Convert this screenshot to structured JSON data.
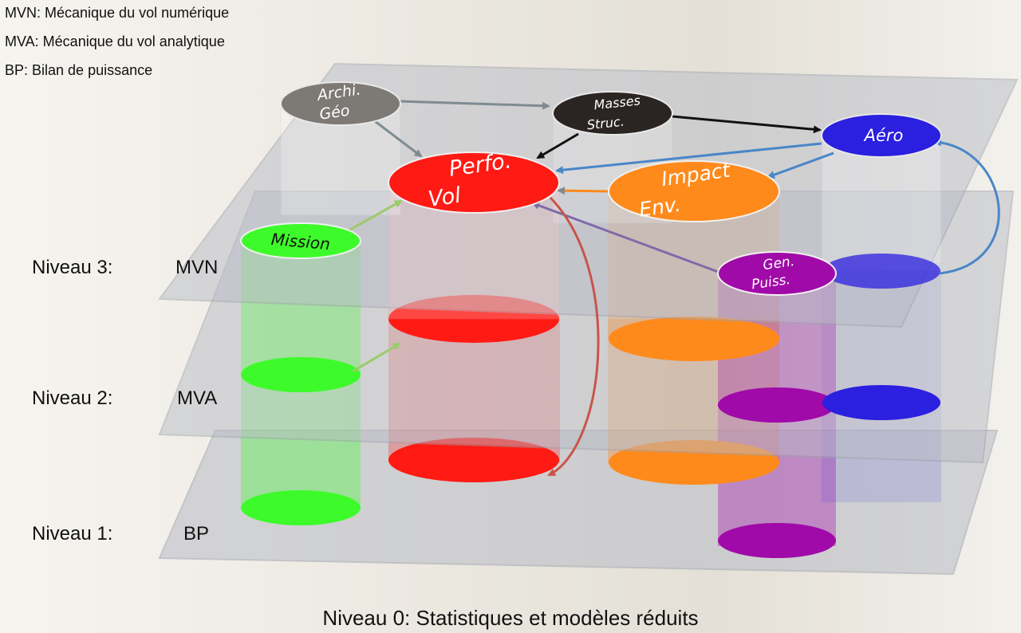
{
  "legend": [
    "MVN: Mécanique du vol numérique",
    "MVA: Mécanique du vol analytique",
    "BP: Bilan de puissance"
  ],
  "levels": [
    {
      "label": "Niveau 3:",
      "code": "MVN"
    },
    {
      "label": "Niveau 2:",
      "code": "MVA"
    },
    {
      "label": "Niveau 1:",
      "code": "BP"
    }
  ],
  "footer": "Niveau 0: Statistiques et modèles réduits",
  "nodes": {
    "archi": {
      "lines": [
        "Archi.",
        "Géo"
      ],
      "color": "#7d7975"
    },
    "masses": {
      "lines": [
        "Masses",
        "Struc."
      ],
      "color": "#2a2523"
    },
    "aero": {
      "lines": [
        "Aéro"
      ],
      "color": "#2b1fe0"
    },
    "perfo": {
      "lines": [
        "Perfo.",
        "Vol"
      ],
      "color": "#ff1a14"
    },
    "impact": {
      "lines": [
        "Impact",
        "Env."
      ],
      "color": "#ff8a1c"
    },
    "mission": {
      "lines": [
        "Mission"
      ],
      "color": "#3dfb2a"
    },
    "gen": {
      "lines": [
        "Gen.",
        "Puiss."
      ],
      "color": "#a00aa8"
    }
  },
  "colors": {
    "plate": "#b9bcc7",
    "green": "#3dfb2a",
    "red": "#ff1a14",
    "orange": "#ff8a1c",
    "purple": "#a00aa8",
    "blue": "#2b1fe0",
    "arrow_gray": "#7f8b91",
    "arrow_black": "#111111",
    "arrow_blue": "#4a86c8",
    "arrow_green": "#9acb6a",
    "arrow_red": "#c8554a",
    "arrow_purple": "#7f6aa8"
  }
}
